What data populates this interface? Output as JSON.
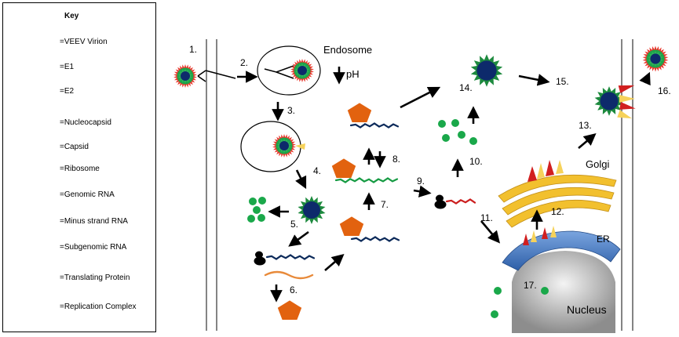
{
  "key": {
    "title": "Key",
    "items": [
      {
        "icon": "virion-icon",
        "label": "=VEEV Virion"
      },
      {
        "icon": "e1-spike-icon",
        "label": "=E1"
      },
      {
        "icon": "e2-spike-icon",
        "label": "=E2"
      },
      {
        "icon": "nucleocapsid-icon",
        "label": "=Nucleocapsid"
      },
      {
        "icon": "capsid-icon",
        "label": "=Capsid"
      },
      {
        "icon": "ribosome-icon",
        "label": "=Ribosome"
      },
      {
        "icon": "genomic-rna-icon",
        "label": "=Genomic RNA"
      },
      {
        "icon": "minus-strand-rna-icon",
        "label": "=Minus strand RNA"
      },
      {
        "icon": "subgenomic-rna-icon",
        "label": "=Subgenomic RNA"
      },
      {
        "icon": "translating-protein-icon",
        "label": "=Translating Protein"
      },
      {
        "icon": "replication-complex-icon",
        "label": "=Replication Complex"
      }
    ]
  },
  "labels": {
    "endosome": "Endosome",
    "ph": "pH",
    "golgi": "Golgi",
    "er": "ER",
    "nucleus": "Nucleus"
  },
  "steps": [
    "1.",
    "2.",
    "3.",
    "4.",
    "5.",
    "6.",
    "7.",
    "8.",
    "9.",
    "10.",
    "11.",
    "12.",
    "13.",
    "14.",
    "15.",
    "16.",
    "17."
  ],
  "colors": {
    "virion_outer": "#e8362b",
    "virion_mid": "#1da44a",
    "nucleocapsid": "#0d2a6b",
    "nucleocapsid_spikes": "#1d8a3e",
    "capsid": "#1aa84a",
    "e1": "#f6d25a",
    "e2": "#d11f1f",
    "genomic_rna": "#0c2a5a",
    "minus_rna": "#169b43",
    "subgenomic_rna": "#cc1f1f",
    "translating_protein": "#e88a3a",
    "replication_complex": "#e2620f",
    "golgi": "#f2c02e",
    "er": "#4a7ec9",
    "nucleus": "#a5a5a5"
  }
}
